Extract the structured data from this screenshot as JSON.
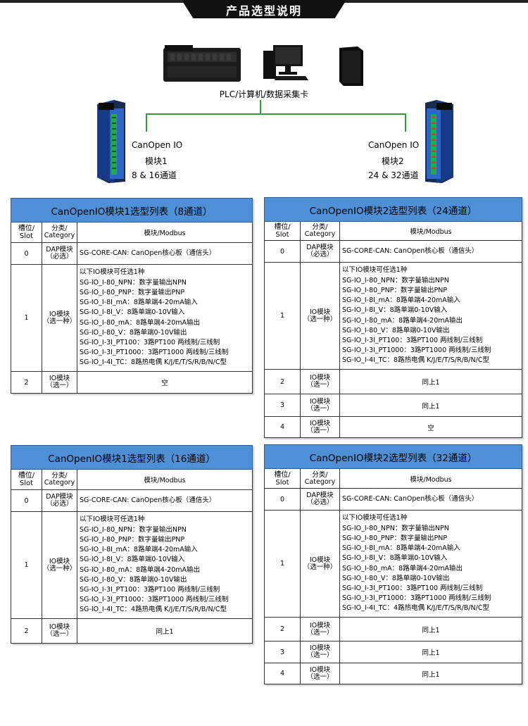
{
  "banner": {
    "title": "产品选型说明"
  },
  "diagram": {
    "host_label": "PLC/计算机/数据采集卡",
    "module1": {
      "line1": "CanOpen IO",
      "line2": "模块1",
      "line3": "8 & 16通道"
    },
    "module2": {
      "line1": "CanOpen IO",
      "line2": "模块2",
      "line3": "24 & 32通道"
    }
  },
  "common": {
    "col_slot": [
      "槽位/",
      "Slot"
    ],
    "col_category": [
      "分类/",
      "Category"
    ],
    "col_module": "模块/Modbus",
    "dap_category": [
      "DAP模块",
      "（必选）"
    ],
    "dap_module": "SG-CORE-CAN:  CanOpen核心板（通信头）",
    "io_pick_one": [
      "IO模块",
      "（选一种）"
    ],
    "io_pick": [
      "IO模块",
      "（选一）"
    ],
    "io_list": [
      "以下IO模块可任选1种",
      "SG-IO_I-80_NPN：数字量输出NPN",
      "SG-IO_I-80_PNP：数字量输出PNP",
      "SG-IO_I-8I_mA：8路单端4-20mA输入",
      "SG-IO_I-8I_V：8路单端0-10V输入",
      "SG-IO_I-80_mA：8路单端4-20mA输出",
      "SG-IO_I-80_V：8路单端0-10V输出",
      "SG-IO_I-3I_PT100：3路PT100 两线制/三线制",
      "SG-IO_I-3I_PT1000：3路PT1000 两线制/三线制"
    ],
    "io_tc_8": "SG-IO_I-4I_TC：8路热电偶 K/J/E/T/S/R/B/N/C型",
    "io_tc_4": "SG-IO_I-4I_TC：4路热电偶 K/J/E/T/S/R/B/N/C型",
    "empty": "空",
    "same_as_1": "同上1"
  },
  "tables": {
    "t8": {
      "title": "CanOpenIO模块1选型列表（8通道）",
      "slots": [
        "0",
        "1",
        "2"
      ]
    },
    "t24": {
      "title": "CanOpenIO模块2选型列表（24通道）",
      "slots": [
        "0",
        "1",
        "2",
        "3",
        "4"
      ]
    },
    "t16": {
      "title": "CanOpenIO模块1选型列表（16通道）",
      "slots": [
        "0",
        "1",
        "2"
      ]
    },
    "t32": {
      "title": "CanOpenIO模块2选型列表（32通道）",
      "slots": [
        "0",
        "1",
        "2",
        "3",
        "4"
      ]
    }
  }
}
